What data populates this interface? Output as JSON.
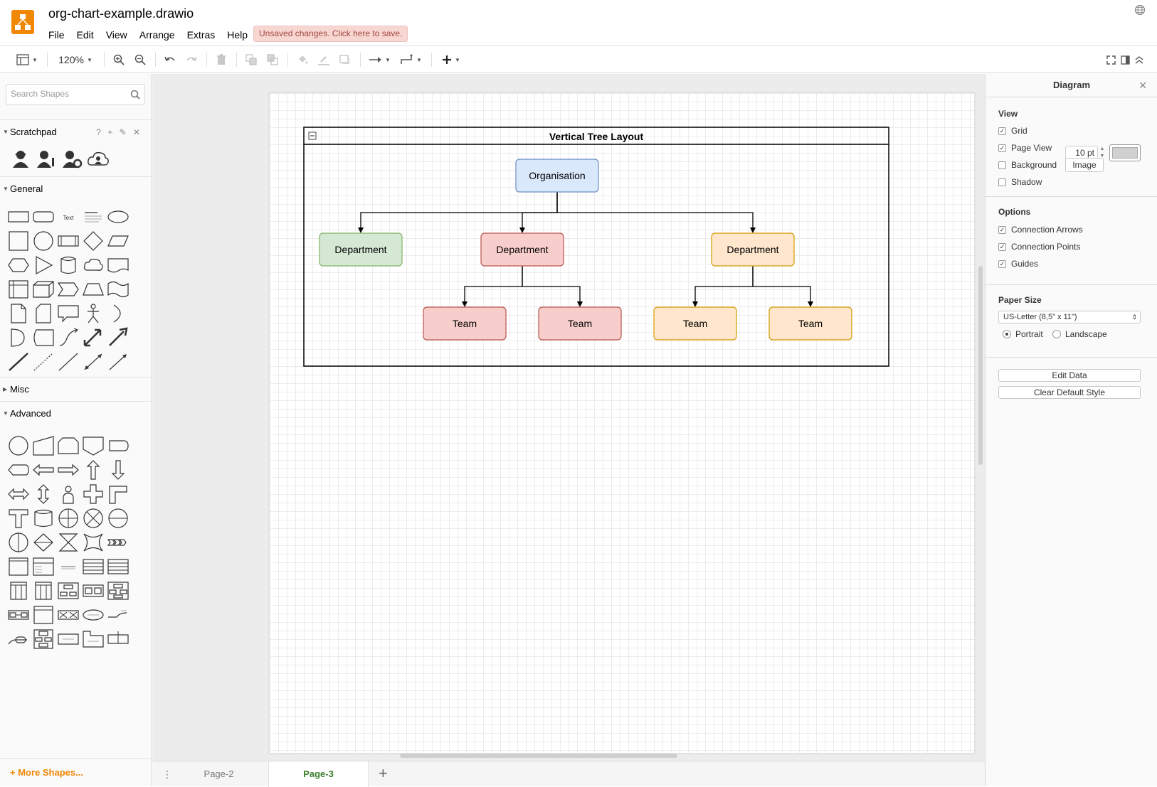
{
  "app": {
    "file_title": "org-chart-example.drawio",
    "unsaved_notice": "Unsaved changes. Click here to save.",
    "menu": [
      "File",
      "Edit",
      "View",
      "Arrange",
      "Extras",
      "Help"
    ]
  },
  "toolbar": {
    "zoom": "120%"
  },
  "sidebar": {
    "search_placeholder": "Search Shapes",
    "sections": {
      "scratchpad": "Scratchpad",
      "scratchpad_tools": "? + ✎ ✕",
      "general": "General",
      "misc": "Misc",
      "advanced": "Advanced"
    },
    "more_shapes": "+ More Shapes..."
  },
  "diagram": {
    "container_title": "Vertical Tree Layout",
    "nodes": [
      {
        "id": "org",
        "label": "Organisation",
        "fill": "#dae8fc",
        "stroke": "#6c8ebf"
      },
      {
        "id": "dept1",
        "label": "Department",
        "fill": "#d5e8d4",
        "stroke": "#82b366"
      },
      {
        "id": "dept2",
        "label": "Department",
        "fill": "#f8cecc",
        "stroke": "#b85450"
      },
      {
        "id": "dept3",
        "label": "Department",
        "fill": "#ffe6cc",
        "stroke": "#d79b00"
      },
      {
        "id": "team1",
        "label": "Team",
        "fill": "#f8cecc",
        "stroke": "#b85450"
      },
      {
        "id": "team2",
        "label": "Team",
        "fill": "#f8cecc",
        "stroke": "#b85450"
      },
      {
        "id": "team3",
        "label": "Team",
        "fill": "#ffe6cc",
        "stroke": "#d79b00"
      },
      {
        "id": "team4",
        "label": "Team",
        "fill": "#ffe6cc",
        "stroke": "#d79b00"
      }
    ],
    "edges": [
      [
        "org",
        "dept1"
      ],
      [
        "org",
        "dept2"
      ],
      [
        "org",
        "dept3"
      ],
      [
        "dept2",
        "team1"
      ],
      [
        "dept2",
        "team2"
      ],
      [
        "dept3",
        "team3"
      ],
      [
        "dept3",
        "team4"
      ]
    ]
  },
  "pages": {
    "tabs": [
      "Page-2",
      "Page-3"
    ],
    "active": "Page-3"
  },
  "panel": {
    "title": "Diagram",
    "view_header": "View",
    "grid_label": "Grid",
    "grid_size": "10 pt",
    "page_view_label": "Page View",
    "background_label": "Background",
    "image_button": "Image",
    "shadow_label": "Shadow",
    "options_header": "Options",
    "connection_arrows_label": "Connection Arrows",
    "connection_points_label": "Connection Points",
    "guides_label": "Guides",
    "paper_size_header": "Paper Size",
    "paper_size_value": "US-Letter (8,5\" x 11\")",
    "portrait_label": "Portrait",
    "landscape_label": "Landscape",
    "edit_data_button": "Edit Data",
    "clear_style_button": "Clear Default Style",
    "checked": {
      "grid": true,
      "page_view": true,
      "background": false,
      "shadow": false,
      "connection_arrows": true,
      "connection_points": true,
      "guides": true
    },
    "orientation": "portrait"
  },
  "colors": {
    "brand": "#f08705",
    "active_tab_text": "#3a7d2b",
    "unsaved_bg": "#f8d7d3"
  }
}
